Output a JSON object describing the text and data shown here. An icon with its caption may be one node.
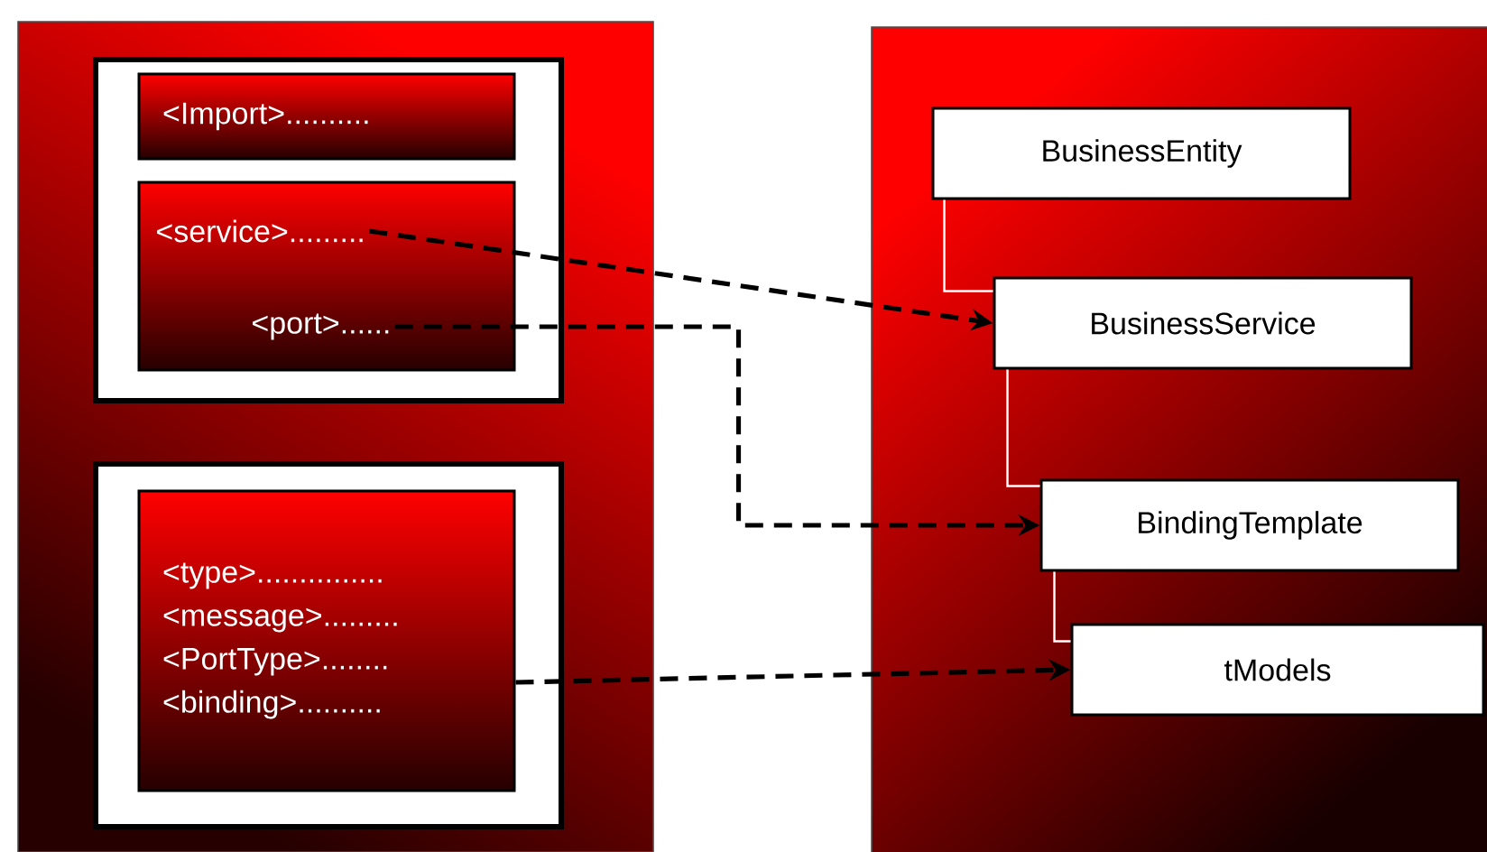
{
  "diagram": {
    "nodes": [
      {
        "text": [],
        "shape": "box"
      },
      {
        "text": [],
        "shape": "box",
        "in": 0
      },
      {
        "text": [
          "<Import>.........."
        ],
        "in": 1
      },
      {
        "text": [],
        "shape": "box",
        "in": 1
      },
      {
        "text": [
          "<service>........."
        ],
        "in": 3
      },
      {
        "text": [
          "<port>......"
        ],
        "in": 3
      },
      {
        "text": [],
        "shape": "box",
        "in": 0
      },
      {
        "text": [
          "<type>...............",
          "<message>.........",
          "<PortType>........",
          "<binding>.........."
        ],
        "in": 6
      },
      {
        "text": [],
        "shape": "box"
      },
      {
        "text": [
          "BusinessEntity"
        ],
        "in": 8
      },
      {
        "text": [
          "BusinessService"
        ],
        "in": 8
      },
      {
        "text": [
          "BindingTemplate"
        ],
        "in": 8
      },
      {
        "text": [
          "tModels"
        ],
        "in": 8
      }
    ],
    "edges": [
      {
        "from": 4,
        "to": 10,
        "arrow": "to",
        "style": "dashed"
      },
      {
        "from": 5,
        "to": 11,
        "arrow": "to",
        "style": "dashed"
      },
      {
        "from": 7,
        "to": 12,
        "arrow": "to",
        "style": "dashed"
      },
      {
        "from": 9,
        "to": 10,
        "arrow": "none",
        "color": "#ffffff"
      },
      {
        "from": 10,
        "to": 11,
        "arrow": "none",
        "color": "#ffffff"
      },
      {
        "from": 11,
        "to": 12,
        "arrow": "none",
        "color": "#ffffff"
      }
    ]
  }
}
